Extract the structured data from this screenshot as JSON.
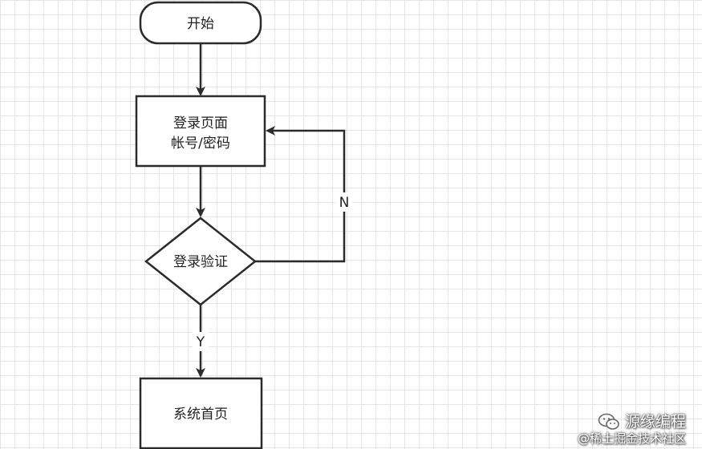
{
  "nodes": {
    "start": "开始",
    "login_page_line1": "登录页面",
    "login_page_line2": "帐号/密码",
    "verify": "登录验证",
    "home": "系统首页"
  },
  "edges": {
    "no_label": "N",
    "yes_label": "Y"
  },
  "watermark": {
    "brand": "源缘编程",
    "community": "@稀土掘金技术社区",
    "icon": "wechat-icon"
  }
}
